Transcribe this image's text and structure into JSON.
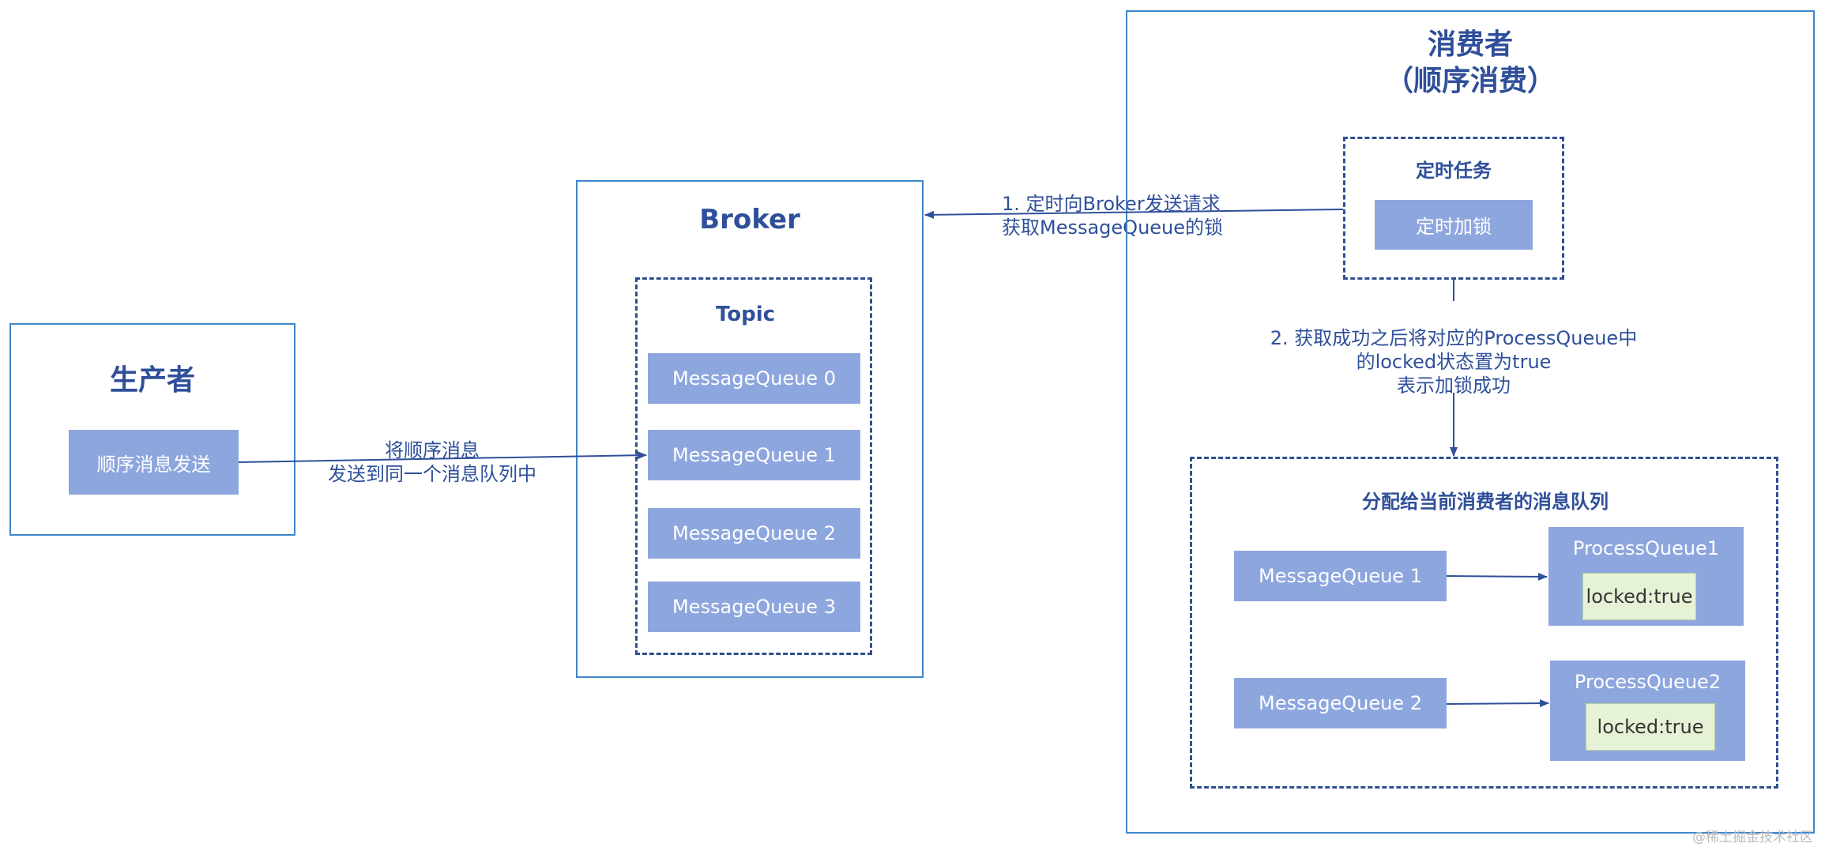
{
  "producer": {
    "title": "生产者",
    "send_block": "顺序消息发送"
  },
  "producer_arrow_label": {
    "line1": "将顺序消息",
    "line2": "发送到同一个消息队列中"
  },
  "broker": {
    "title": "Broker",
    "topic": {
      "title": "Topic",
      "queues": [
        "MessageQueue 0",
        "MessageQueue 1",
        "MessageQueue 2",
        "MessageQueue 3"
      ]
    }
  },
  "lock_request_label": {
    "line1": "1. 定时向Broker发送请求",
    "line2": "获取MessageQueue的锁"
  },
  "consumer": {
    "title_line1": "消费者",
    "title_line2": "（顺序消费）",
    "timer_task": {
      "title": "定时任务",
      "block": "定时加锁"
    },
    "step2_label": {
      "line1": "2. 获取成功之后将对应的ProcessQueue中",
      "line2": "的locked状态置为true",
      "line3": "表示加锁成功"
    },
    "assigned": {
      "title": "分配给当前消费者的消息队列",
      "rows": [
        {
          "mq": "MessageQueue 1",
          "pq": "ProcessQueue1",
          "locked": "locked:true"
        },
        {
          "mq": "MessageQueue 2",
          "pq": "ProcessQueue2",
          "locked": "locked:true"
        }
      ]
    }
  },
  "watermark": "@稀土掘金技术社区"
}
